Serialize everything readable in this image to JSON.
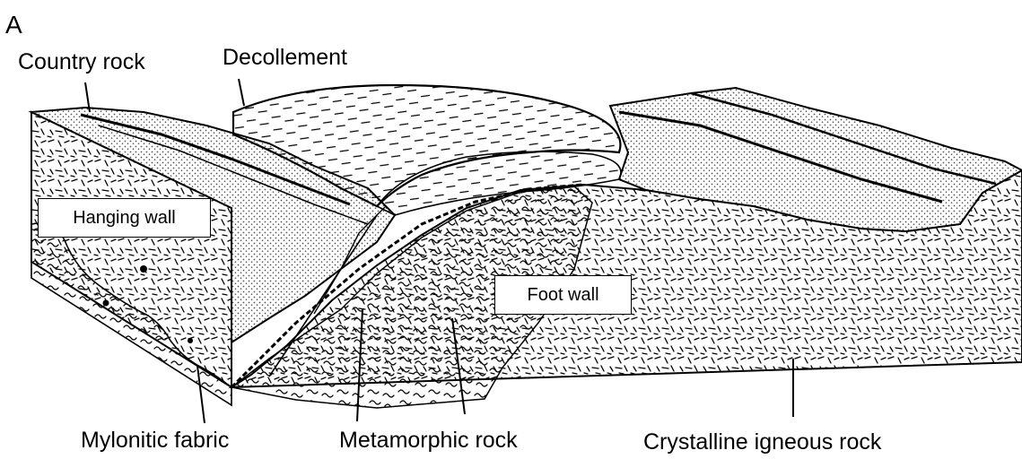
{
  "figure": {
    "panel_letter": "A",
    "labels": {
      "country_rock": "Country rock",
      "decollement": "Decollement",
      "hanging_wall": "Hanging wall",
      "foot_wall": "Foot wall",
      "mylonitic_fabric": "Mylonitic fabric",
      "metamorphic_rock": "Metamorphic rock",
      "crystalline_igneous_rock": "Crystalline igneous rock"
    },
    "colors": {
      "ink": "#000000",
      "paper": "#ffffff",
      "stipple": "#bdbdbd"
    }
  }
}
